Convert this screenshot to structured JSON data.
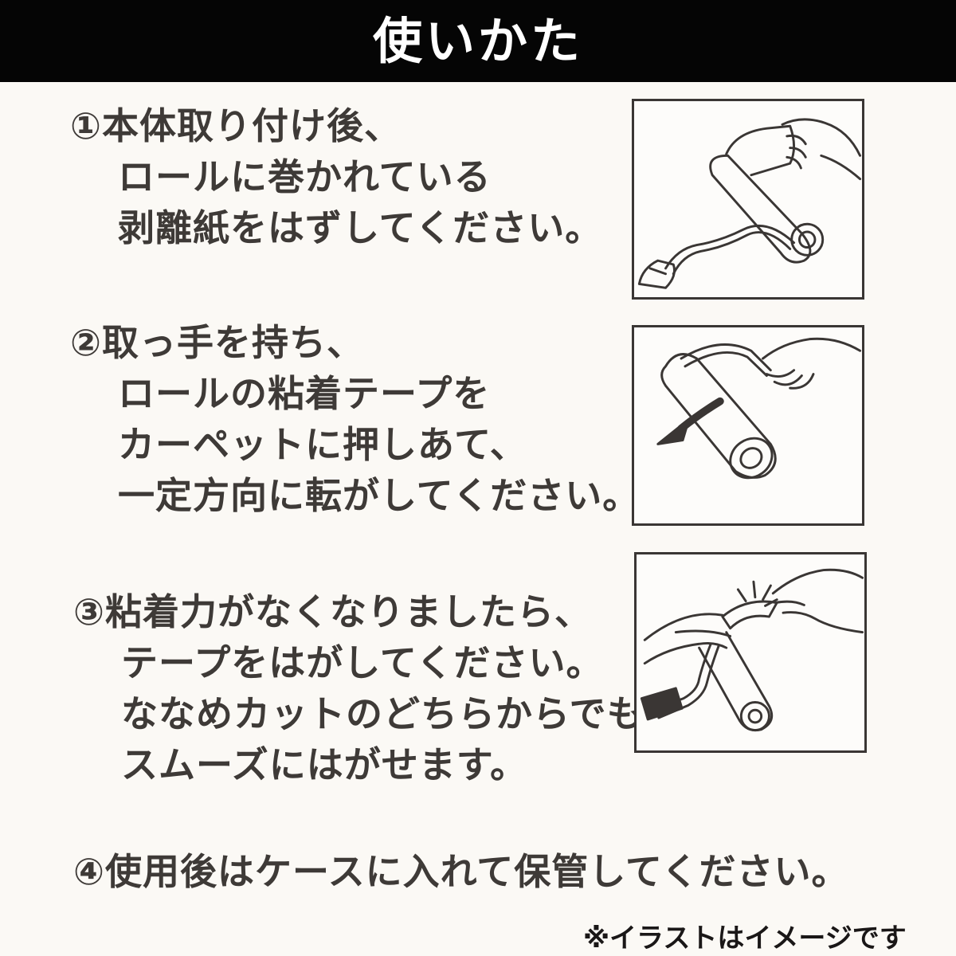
{
  "header": {
    "title": "使いかた"
  },
  "steps": [
    {
      "lines": [
        "①本体取り付け後、",
        "ロールに巻かれている",
        "剥離紙をはずしてください。"
      ]
    },
    {
      "lines": [
        "②取っ手を持ち、",
        "ロールの粘着テープを",
        "カーペットに押しあて、",
        "一定方向に転がしてください。"
      ]
    },
    {
      "lines": [
        "③粘着力がなくなりましたら、",
        "テープをはがしてください。",
        "ななめカットのどちらからでも",
        "スムーズにはがせます。"
      ]
    },
    {
      "lines": [
        "④使用後はケースに入れて保管してください。"
      ]
    }
  ],
  "illustrations": [
    {
      "icon": "peel-release-paper-icon"
    },
    {
      "icon": "roll-on-carpet-icon"
    },
    {
      "icon": "peel-tape-icon"
    }
  ],
  "footnote": "※イラストはイメージです"
}
